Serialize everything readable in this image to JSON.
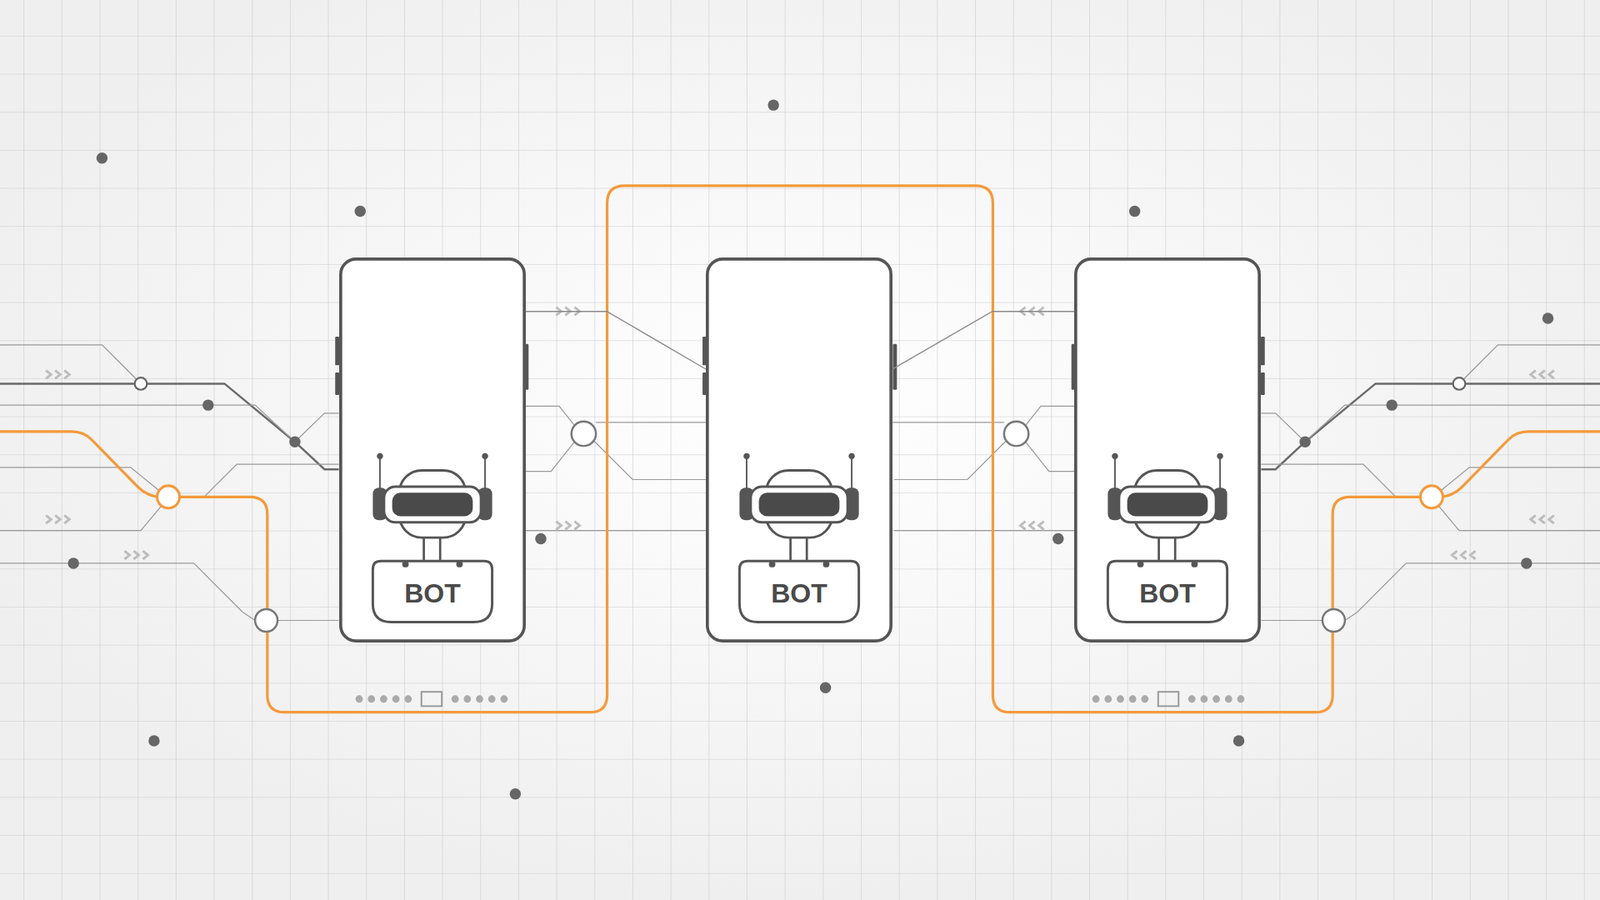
{
  "diagram": {
    "nodes": [
      {
        "text": [
          "BOT"
        ]
      },
      {
        "text": [
          "BOT"
        ]
      },
      {
        "text": [
          "BOT"
        ]
      }
    ],
    "edges": [
      {
        "from": 0,
        "to": 1,
        "arrow": "none"
      },
      {
        "from": 1,
        "to": 2,
        "arrow": "none"
      }
    ]
  }
}
